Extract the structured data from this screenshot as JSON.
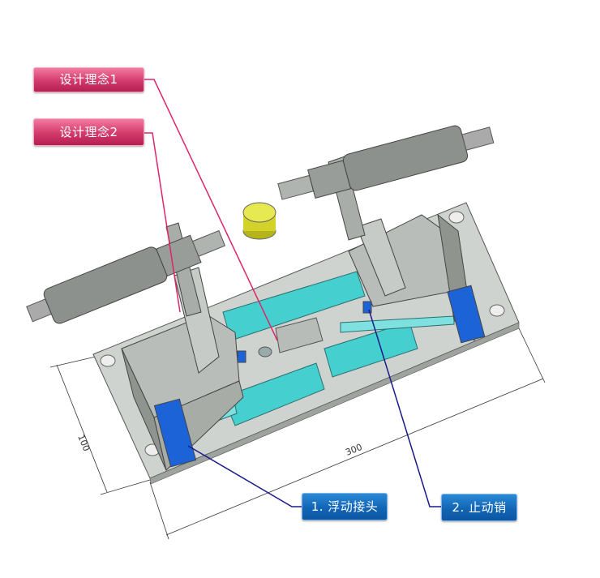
{
  "callouts": {
    "design1": "设计理念1",
    "design2": "设计理念2",
    "part1": "1. 浮动接头",
    "part2": "2. 止动销"
  },
  "dimensions": {
    "width": "300",
    "height": "100"
  },
  "colors": {
    "pink": "#d23a6c",
    "blue": "#1265b5",
    "cyan": "#3cc9c9",
    "plate": "#c9cdc9",
    "part_blue": "#1b63d6",
    "yellow": "#c8c81e"
  }
}
